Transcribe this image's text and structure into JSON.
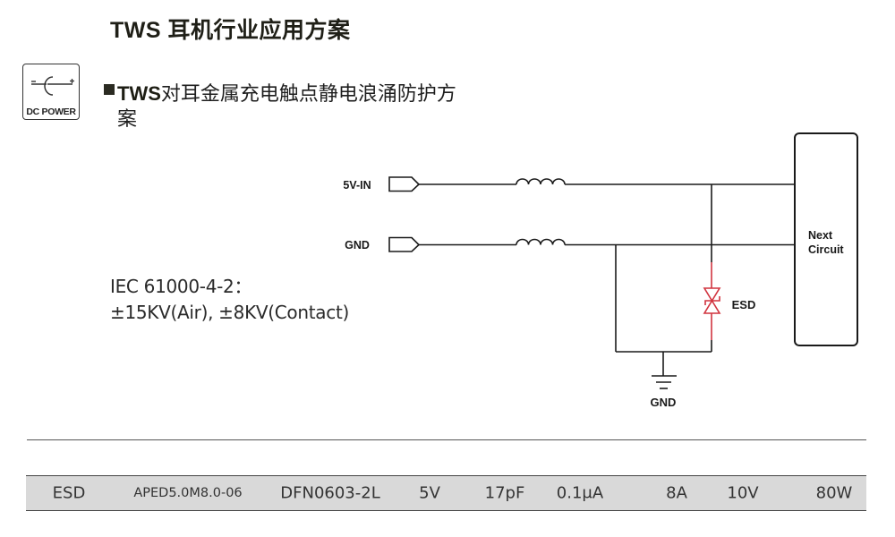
{
  "header": {
    "title": "TWS 耳机行业应用方案"
  },
  "icon": {
    "label": "DC POWER",
    "minus": "−",
    "plus": "+",
    "semantic": "dc-power-jack-icon"
  },
  "section": {
    "bullet": "■",
    "title_bold": "TWS",
    "title_rest": "对耳金属充电触点静电浪涌防护方",
    "title_line2": "案"
  },
  "standard": {
    "line1": "IEC 61000-4-2：",
    "line2": "±15KV(Air), ±8KV(Contact)"
  },
  "schematic": {
    "input_label": "5V-IN",
    "gnd_input_label": "GND",
    "esd_label": "ESD",
    "ground_label": "GND",
    "next_circuit_line1": "Next",
    "next_circuit_line2": "Circuit",
    "esd_color": "#d1343f",
    "wire_color": "#1a1a1a"
  },
  "table": {
    "rows": [
      {
        "type": "ESD",
        "part_number": "APED5.0M8.0-06",
        "package": "DFN0603-2L",
        "voltage": "5V",
        "capacitance": "17pF",
        "leakage": "0.1μA",
        "current": "8A",
        "clamp_voltage": "10V",
        "power": "80W"
      }
    ]
  }
}
